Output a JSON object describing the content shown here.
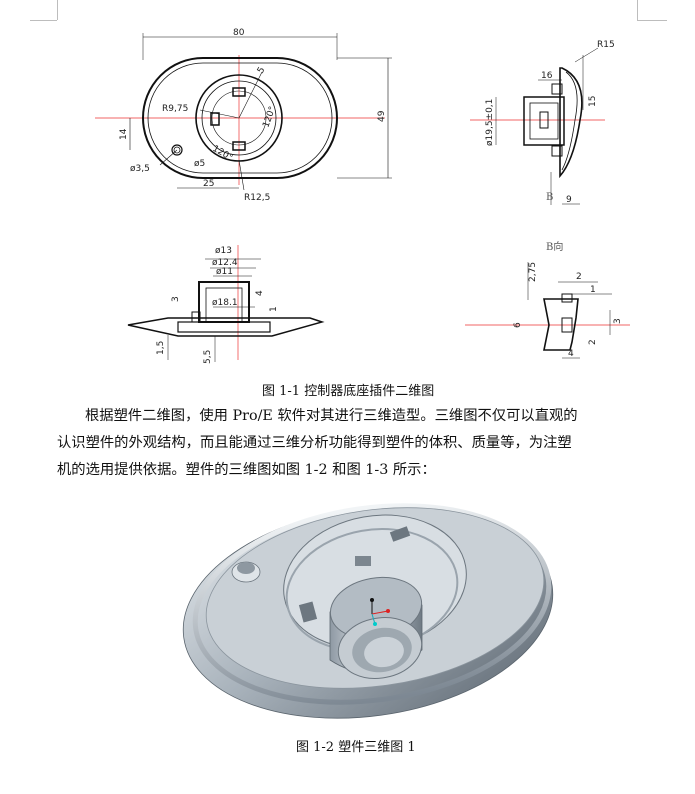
{
  "figure1": {
    "caption": "图 1-1   控制器底座插件二维图",
    "top_view_dims": [
      "80",
      "49",
      "14",
      "25",
      "R9,75",
      "ø3,5",
      "ø5",
      "R12,5",
      "120°",
      "120°",
      "5"
    ],
    "side_view_dims": [
      "R15",
      "16",
      "15",
      "ø19,5±0,1",
      "B",
      "9"
    ],
    "section_dims": [
      "ø13",
      "ø12.4",
      "ø11",
      "3",
      "4",
      "ø18.1",
      "1",
      "1,5",
      "5,5"
    ],
    "bview_title": "B向",
    "bview_dims": [
      "2,75",
      "2",
      "1",
      "6",
      "3",
      "2",
      "4"
    ]
  },
  "paragraph": {
    "line1": "根据塑件二维图，使用 Pro/E 软件对其进行三维造型。三维图不仅可以直观的",
    "line2": "认识塑件的外观结构，而且能通过三维分析功能得到塑件的体积、质量等，为注塑",
    "line3": "机的选用提供依据。塑件的三维图如图 1-2 和图 1-3 所示："
  },
  "figure2": {
    "caption": "图 1-2   塑件三维图 1"
  }
}
